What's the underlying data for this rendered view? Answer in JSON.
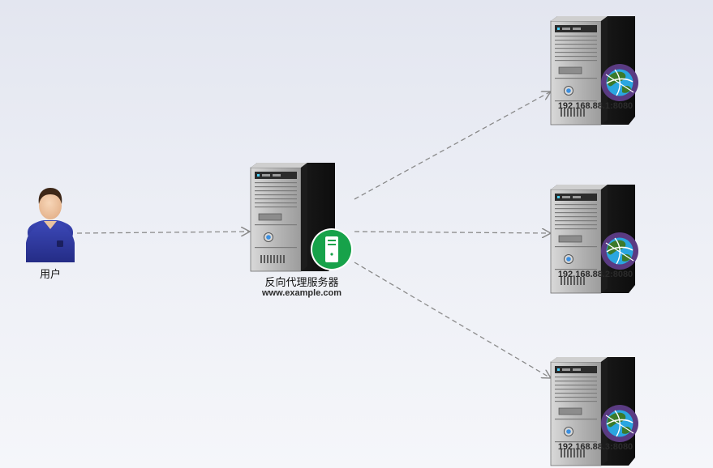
{
  "user": {
    "label": "用户"
  },
  "proxy": {
    "name": "反向代理服务器",
    "domain": "www.example.com"
  },
  "backends": [
    {
      "label": "192.168.88.1:8080"
    },
    {
      "label": "192.168.88.2:8080"
    },
    {
      "label": "192.168.88.3:8080"
    }
  ],
  "colors": {
    "connector": "#8a8a8a",
    "shirt": "#2f3aa0",
    "badge_green": "#17a24a",
    "globe_ring": "#5a3b82",
    "globe_sea": "#2aa6e0",
    "globe_land": "#3c7a2a"
  },
  "icons": [
    "user-icon",
    "server-icon",
    "globe-icon"
  ]
}
